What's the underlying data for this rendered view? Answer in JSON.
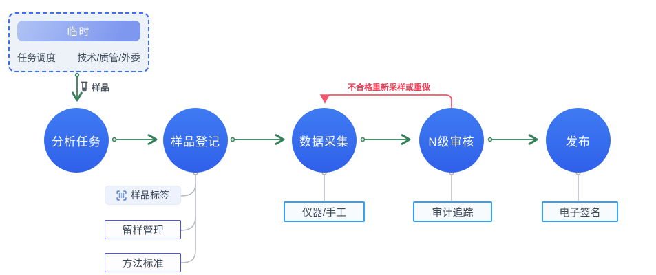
{
  "source_panel": {
    "header": "临时",
    "items": [
      {
        "label": "任务调度"
      },
      {
        "label": "技术/质管/外委"
      }
    ]
  },
  "sample_arrow_label": "样品",
  "stages": [
    {
      "label": "分析任务"
    },
    {
      "label": "样品登记"
    },
    {
      "label": "数据采集"
    },
    {
      "label": "N级审核"
    },
    {
      "label": "发布"
    }
  ],
  "reject_loop_label": "不合格重新采样或重做",
  "attachments": {
    "registration": [
      {
        "label": "样品标签",
        "icon": "barcode-scan-icon"
      },
      {
        "label": "留样管理"
      },
      {
        "label": "方法标准"
      }
    ],
    "collection": {
      "label": "仪器/手工"
    },
    "review": {
      "label": "审计追踪"
    },
    "publish": {
      "label": "电子签名"
    }
  },
  "colors": {
    "node_gradient_top": "#3f7bf2",
    "node_gradient_bottom": "#2f60ea",
    "flow_arrow_green": "#35805a",
    "reject_red": "#ee4058",
    "panel_border_blue": "#3f6ef0",
    "sub_box_border_indigo": "#4b52e9",
    "sub_box_border_blue": "#36a0f4",
    "connector_gray": "#b0b5bd"
  }
}
